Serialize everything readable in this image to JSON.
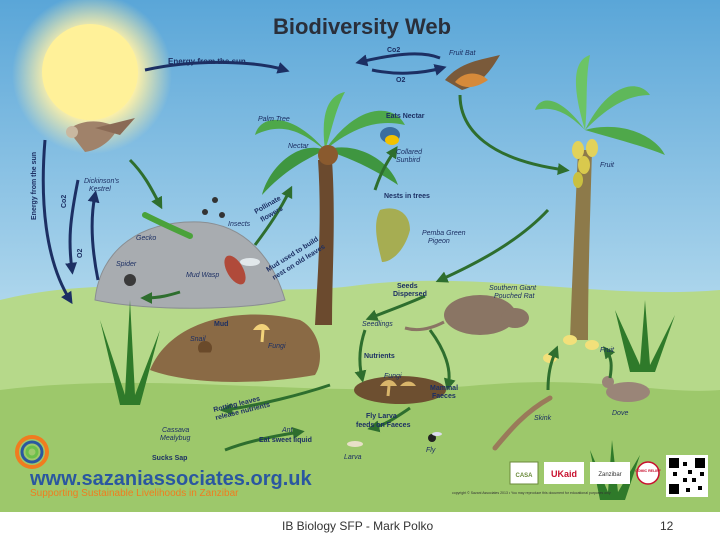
{
  "title": "Biodiversity Web",
  "labels": {
    "energy_top": "Energy from the sun",
    "energy_side": "Energy from the sun",
    "co2_top": "Co2",
    "o2_top": "O2",
    "co2_side": "Co2",
    "o2_side": "O2",
    "fruit_bat": "Fruit Bat",
    "palm_tree": "Palm Tree",
    "eats_nectar": "Eats Nectar",
    "nectar": "Nectar",
    "collared_sunbird_1": "Collared",
    "collared_sunbird_2": "Sunbird",
    "fruit_top": "Fruit",
    "dickinsons_kestrel_1": "Dickinson's",
    "dickinsons_kestrel_2": "Kestrel",
    "pollinate_1": "Pollinate",
    "pollinate_2": "flowers",
    "nests_in_trees": "Nests in trees",
    "insects": "Insects",
    "gecko": "Gecko",
    "mud_used_1": "Mud used to build",
    "mud_used_2": "nest on old leaves",
    "pemba_green_1": "Pemba Green",
    "pemba_green_2": "Pigeon",
    "spider": "Spider",
    "mud_wasp": "Mud Wasp",
    "seeds_1": "Seeds",
    "seeds_2": "Dispersed",
    "southern_rat_1": "Southern Giant",
    "southern_rat_2": "Pouched Rat",
    "seedlings": "Seedlings",
    "mud": "Mud",
    "snail": "Snail",
    "fungi_1": "Fungi",
    "nutrients": "Nutrients",
    "fruit_bottom": "Fruit",
    "fungi_2": "Fungi",
    "mammal_faeces_1": "Mammal",
    "mammal_faeces_2": "Faeces",
    "rotting_1": "Rotting leaves",
    "rotting_2": "release nutrients",
    "fly_larva_1": "Fly Larva",
    "fly_larva_2": "feeds on Faeces",
    "skink": "Skink",
    "dove": "Dove",
    "cassava_1": "Cassava",
    "cassava_2": "Mealybug",
    "ant": "Ant",
    "eat_sweet": "Eat sweet liquid",
    "sucks_sap": "Sucks Sap",
    "larva": "Larva",
    "fly": "Fly"
  },
  "brand": {
    "url": "www.sazaniassociates.org.uk",
    "tagline": "Supporting Sustainable Livelihoods in Zanzibar",
    "copyright": "copyright © Sazani Associates 2013 • You may reproduce this document for educational purposes only"
  },
  "sponsor_logos": [
    "CASA",
    "UKaid",
    "Zanzibar",
    "COMIC RELIEF"
  ],
  "footer": {
    "title": "IB Biology SFP - Mark Polko",
    "page": "12"
  },
  "colors": {
    "sky_top": "#6cb0dc",
    "sky_bottom": "#c6e3f2",
    "grass": "#a9d07a",
    "soil": "#8a6a45",
    "arrow_fill": "#ffffff",
    "arrow_stroke": "#1c2f63",
    "arrow_green": "#2e7d32",
    "brand_orange": "#f07c1f",
    "brand_blue": "#2a57a0"
  }
}
